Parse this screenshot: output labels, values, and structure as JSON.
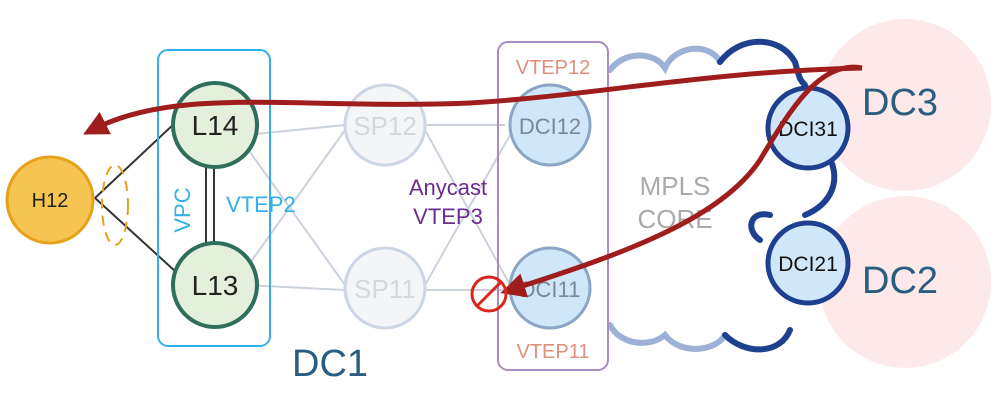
{
  "nodes": {
    "h12": "H12",
    "l14": "L14",
    "l13": "L13",
    "sp12": "SP12",
    "sp11": "SP11",
    "dci12": "DCI12",
    "dci11": "DCI11",
    "dci31": "DCI31",
    "dci21": "DCI21"
  },
  "labels": {
    "vpc": "VPC",
    "vtep2": "VTEP2",
    "anycast_line1": "Anycast",
    "anycast_line2": "VTEP3",
    "vtep12": "VTEP12",
    "vtep11": "VTEP11",
    "mpls_line1": "MPLS",
    "mpls_line2": "CORE",
    "dc1": "DC1",
    "dc2": "DC2",
    "dc3": "DC3"
  },
  "colors": {
    "host_fill": "#f6c451",
    "host_stroke": "#e7a21b",
    "leaf_fill": "#e3f1dc",
    "leaf_stroke": "#2e6e5a",
    "spine_fill": "#f4f5f7",
    "spine_stroke": "#cdd6e4",
    "dci_fill": "#cfe7f8",
    "dci_stroke": "#2a5e91",
    "dc_site_fill": "#fde9e9",
    "vpc_box": "#34b1e4",
    "anycast_box": "#a98bc6",
    "anycast_text": "#6a2c91",
    "vtep_text": "#e08f7a",
    "dc_text": "#2a5e7f",
    "arrow": "#a01d1d",
    "block_icon": "#d9251c",
    "cloud_dark": "#1f3f8f",
    "cloud_light": "#9db0d6"
  },
  "icons": {
    "blocked": "no-entry-icon",
    "cloud": "mpls-cloud-icon"
  }
}
